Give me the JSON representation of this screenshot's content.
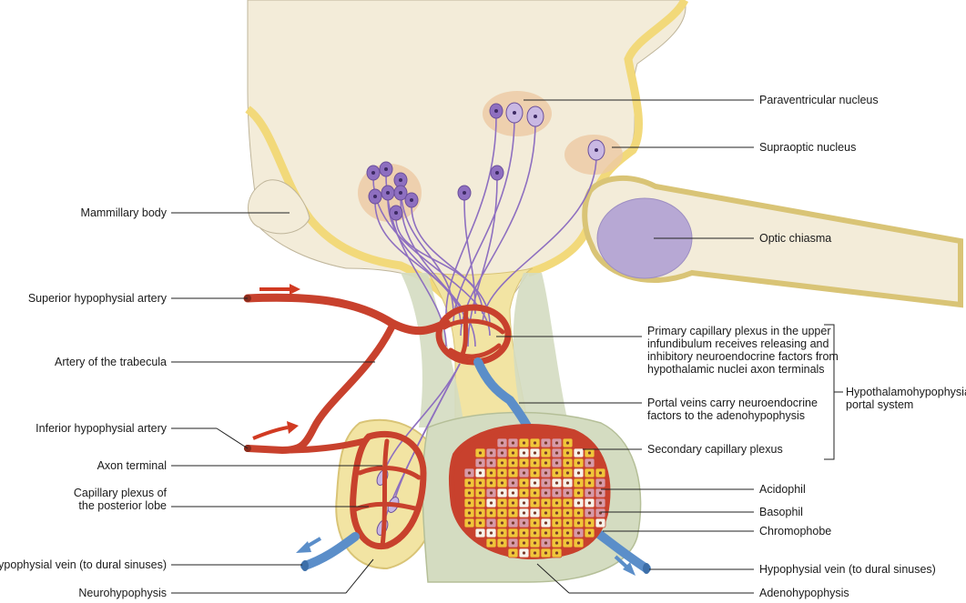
{
  "labels": {
    "paraventricular": "Paraventricular nucleus",
    "supraoptic": "Supraoptic nucleus",
    "mammillary": "Mammillary body",
    "optic_chiasma": "Optic chiasma",
    "superior_artery": "Superior hypophysial artery",
    "primary_plexus": "Primary capillary plexus in the upper\ninfundibulum receives releasing and\ninhibitory neuroendocrine factors from\nhypothalamic nuclei axon terminals",
    "trabecula_artery": "Artery of the trabecula",
    "hypothalamo_portal": "Hypothalamohypophysial\nportal system",
    "portal_veins": "Portal veins carry neuroendocrine\nfactors to the adenohypophysis",
    "inferior_artery": "Inferior hypophysial artery",
    "axon_terminal": "Axon terminal",
    "secondary_plexus": "Secondary capillary plexus",
    "capillary_posterior": "Capillary plexus of\nthe posterior lobe",
    "acidophil": "Acidophil",
    "basophil": "Basophil",
    "chromophobe": "Chromophobe",
    "vein_left": "Hypophysial vein (to dural sinuses)",
    "vein_right": "Hypophysial vein (to dural sinuses)",
    "neurohypophysis": "Neurohypophysis",
    "adenohypophysis": "Adenohypophysis"
  },
  "colors": {
    "brain_tissue": "#f3ecd9",
    "brain_edge": "#f2d97a",
    "nucleus_halo": "#ecc9a3",
    "neuron": "#8e6fc0",
    "neuron_light": "#c9b8e3",
    "chiasma": "#b7a8d4",
    "artery": "#c8412d",
    "vein": "#5b8ec9",
    "adeno_bg": "#d4dcc1",
    "acidophil": "#f0c63a",
    "basophil": "#d79aa8",
    "chromophobe": "#f7f2ea"
  }
}
